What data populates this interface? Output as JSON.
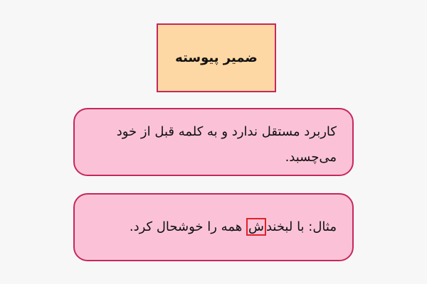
{
  "title": "ضمیر پیوسته",
  "description": "کاربرد مستقل ندارد و به کلمه قبل از خود می‌چسبد.",
  "example": {
    "before": "مثال: با لبخند",
    "highlight": "ش",
    "after": " همه را خوشحال کرد."
  }
}
